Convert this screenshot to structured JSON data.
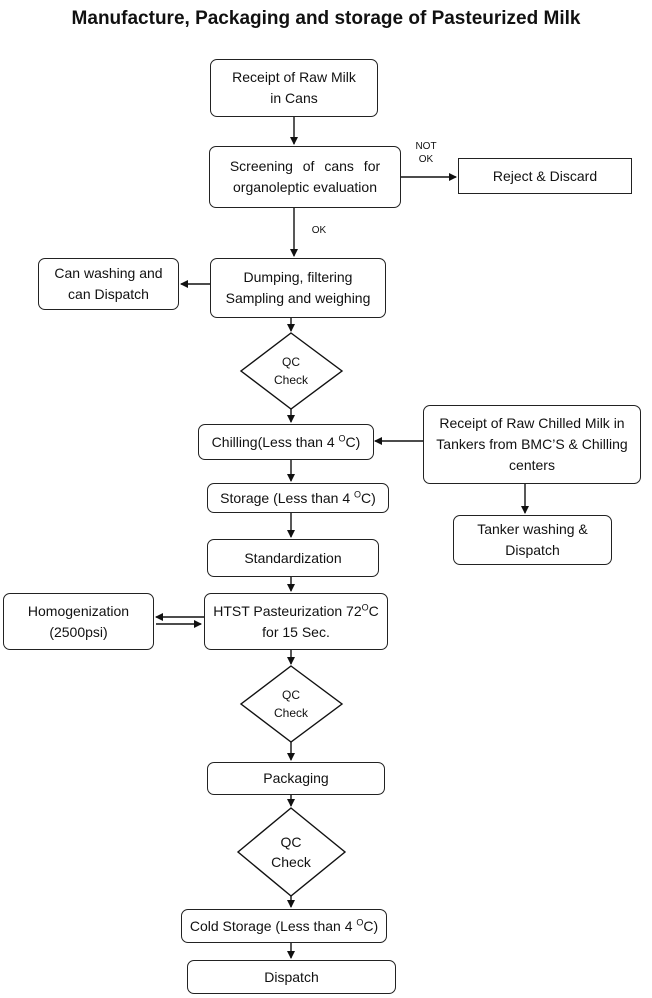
{
  "title": "Manufacture, Packaging and storage of Pasteurized Milk",
  "nodes": {
    "receipt_raw_milk": [
      "Receipt of Raw Milk",
      "in Cans"
    ],
    "screening": [
      "Screening of cans for",
      "organoleptic evaluation"
    ],
    "reject": "Reject & Discard",
    "dumping": [
      "Dumping, filtering",
      "Sampling and weighing"
    ],
    "can_washing": [
      "Can washing and",
      "can Dispatch"
    ],
    "qc1": [
      "QC",
      "Check"
    ],
    "chilling": {
      "text": "Chilling(Less than 4 ",
      "sup": "O",
      "end": "C)"
    },
    "receipt_chilled": [
      "Receipt of Raw Chilled Milk in",
      "Tankers from BMC’S & Chilling",
      "centers"
    ],
    "storage": {
      "text": "Storage (Less than 4 ",
      "sup": "O",
      "end": "C)"
    },
    "tanker_washing": [
      "Tanker washing &",
      "Dispatch"
    ],
    "standardization": "Standardization",
    "homogenization": [
      "Homogenization",
      "(2500psi)"
    ],
    "htst": {
      "text": "HTST Pasteurization 72",
      "sup": "O",
      "end": "C",
      "line2": "for 15 Sec."
    },
    "qc2": [
      "QC",
      "Check"
    ],
    "packaging": "Packaging",
    "qc3": [
      "QC",
      "Check"
    ],
    "cold_storage": {
      "text": "Cold Storage (Less than 4 ",
      "sup": "O",
      "end": "C)"
    },
    "dispatch": "Dispatch"
  },
  "labels": {
    "not_ok": [
      "NOT",
      "OK"
    ],
    "ok": "OK"
  }
}
